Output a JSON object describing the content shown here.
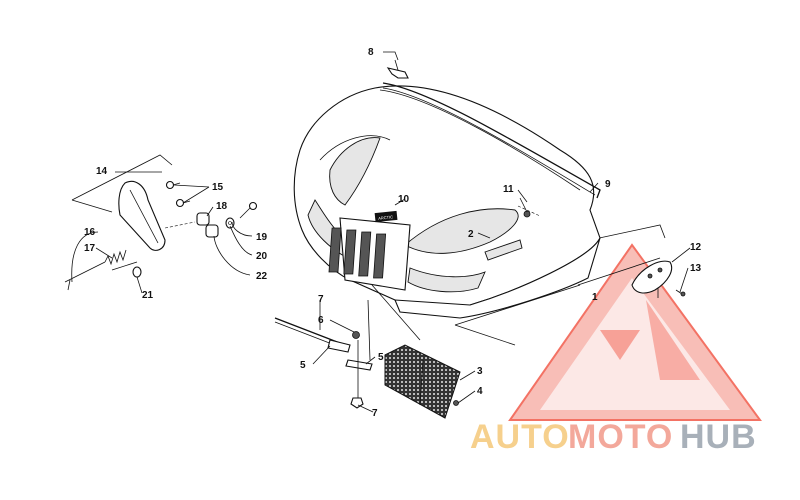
{
  "diagram": {
    "callouts": [
      "1",
      "2",
      "3",
      "4",
      "5",
      "5",
      "6",
      "7",
      "8",
      "9",
      "10",
      "11",
      "12",
      "13",
      "14",
      "15",
      "16",
      "17",
      "18",
      "19",
      "20",
      "21",
      "21",
      "22"
    ],
    "badge_text": "ARCTIC"
  },
  "watermark": {
    "part1": "AUTO",
    "part2": "MOTO",
    "part3": "HUB",
    "colors": {
      "auto": "#f5c87a",
      "moto": "#f29a8a",
      "hub": "#9aa3ad",
      "triangle": "#f25a4a"
    }
  }
}
